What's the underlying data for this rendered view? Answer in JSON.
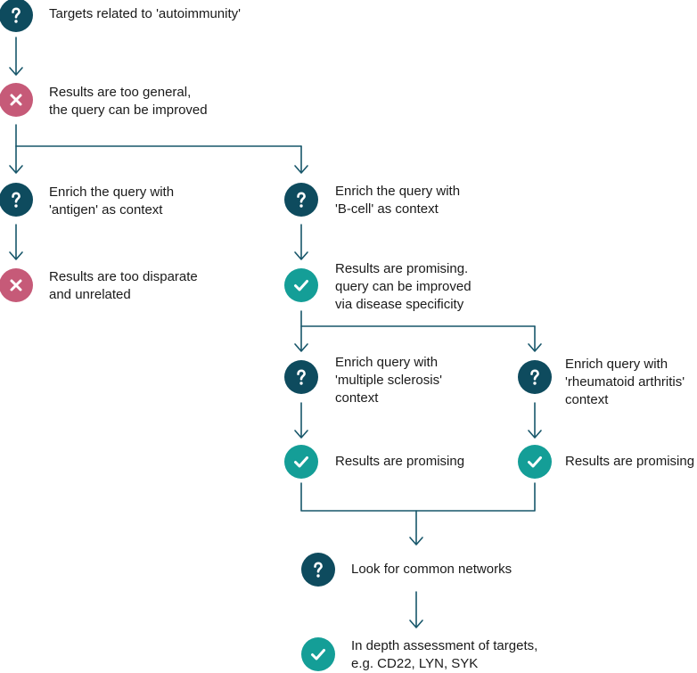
{
  "colors": {
    "question": "#0e4b5e",
    "fail": "#c65a78",
    "success": "#149e97",
    "connector": "#17566a",
    "text": "#1a1a1a"
  },
  "nodes": {
    "start": {
      "icon": "question-icon",
      "text": "Targets related to 'autoimmunity'"
    },
    "general": {
      "icon": "x-icon",
      "text": "Results are too general,\nthe query can be improved"
    },
    "antigen": {
      "icon": "question-icon",
      "text": "Enrich the query with\n'antigen' as context"
    },
    "disparate": {
      "icon": "x-icon",
      "text": "Results are too disparate\nand unrelated"
    },
    "bcell": {
      "icon": "question-icon",
      "text": "Enrich the query with\n'B-cell' as context"
    },
    "promising_bcell": {
      "icon": "check-icon",
      "text": "Results are promising.\nquery can be improved\nvia disease specificity"
    },
    "ms": {
      "icon": "question-icon",
      "text": "Enrich query with\n'multiple sclerosis'\ncontext"
    },
    "ra": {
      "icon": "question-icon",
      "text": "Enrich query with\n'rheumatoid arthritis'\ncontext"
    },
    "promising_ms": {
      "icon": "check-icon",
      "text": "Results are promising"
    },
    "promising_ra": {
      "icon": "check-icon",
      "text": "Results are promising"
    },
    "networks": {
      "icon": "question-icon",
      "text": "Look for common networks"
    },
    "assessment": {
      "icon": "check-icon",
      "text": "In depth assessment of targets,\ne.g. CD22, LYN, SYK"
    }
  }
}
